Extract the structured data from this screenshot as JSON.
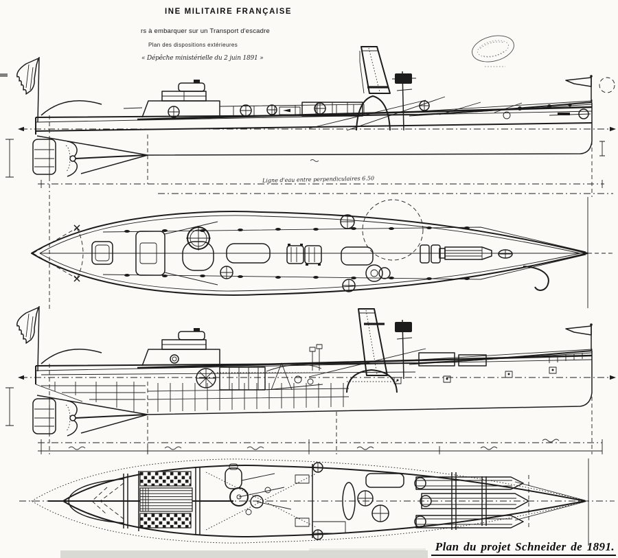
{
  "page": {
    "background": "#fbfaf7",
    "ink": "#1c1c1c"
  },
  "title_block": {
    "line1": "INE MILITAIRE FRANÇAISE",
    "line2": "rs à embarquer sur un Transport d'escadre",
    "line3": "Plan des dispositions extérieures",
    "line4": "« Dépêche ministérielle du 2 juin 1891 »"
  },
  "annotations": {
    "waterline_note": "Ligne d'eau entre perpendiculaires 6.50",
    "caption": "Plan du projet Schneider de 1891."
  }
}
